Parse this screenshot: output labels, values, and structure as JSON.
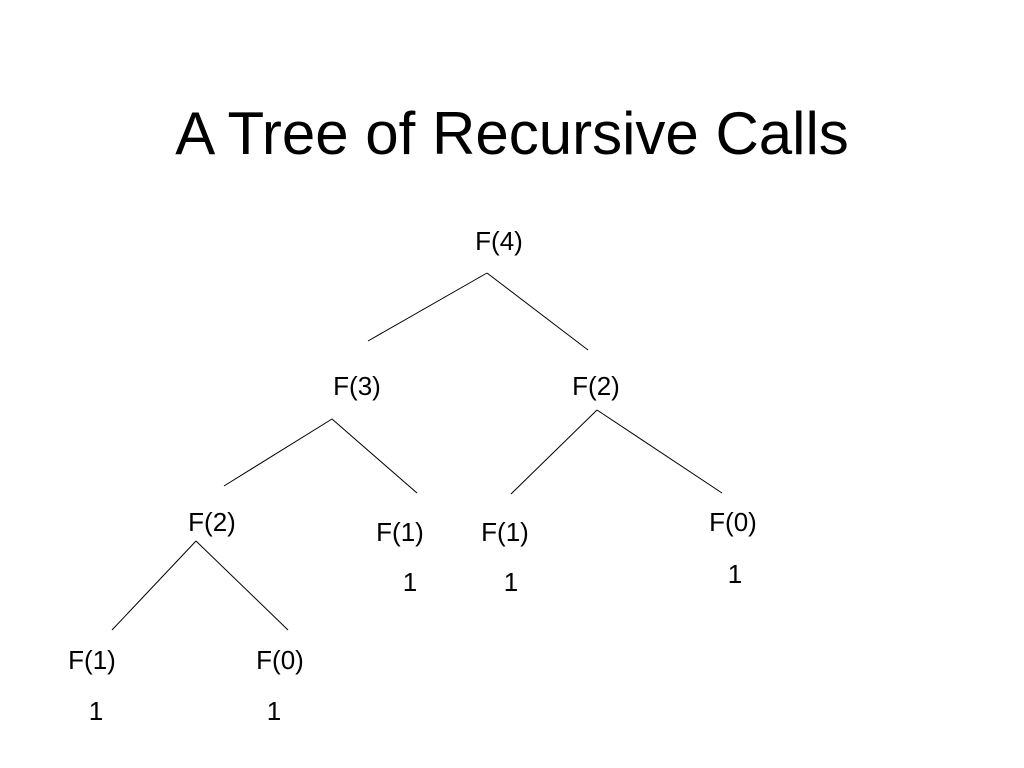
{
  "title": "A Tree of Recursive Calls",
  "nodes": [
    {
      "label": "F(4)",
      "value": ""
    },
    {
      "label": "F(3)",
      "value": ""
    },
    {
      "label": "F(2)",
      "value": ""
    },
    {
      "label": "F(2)",
      "value": ""
    },
    {
      "label": "F(1)",
      "value": "1"
    },
    {
      "label": "F(1)",
      "value": "1"
    },
    {
      "label": "F(0)",
      "value": "1"
    },
    {
      "label": "F(1)",
      "value": "1"
    },
    {
      "label": "F(0)",
      "value": "1"
    }
  ]
}
